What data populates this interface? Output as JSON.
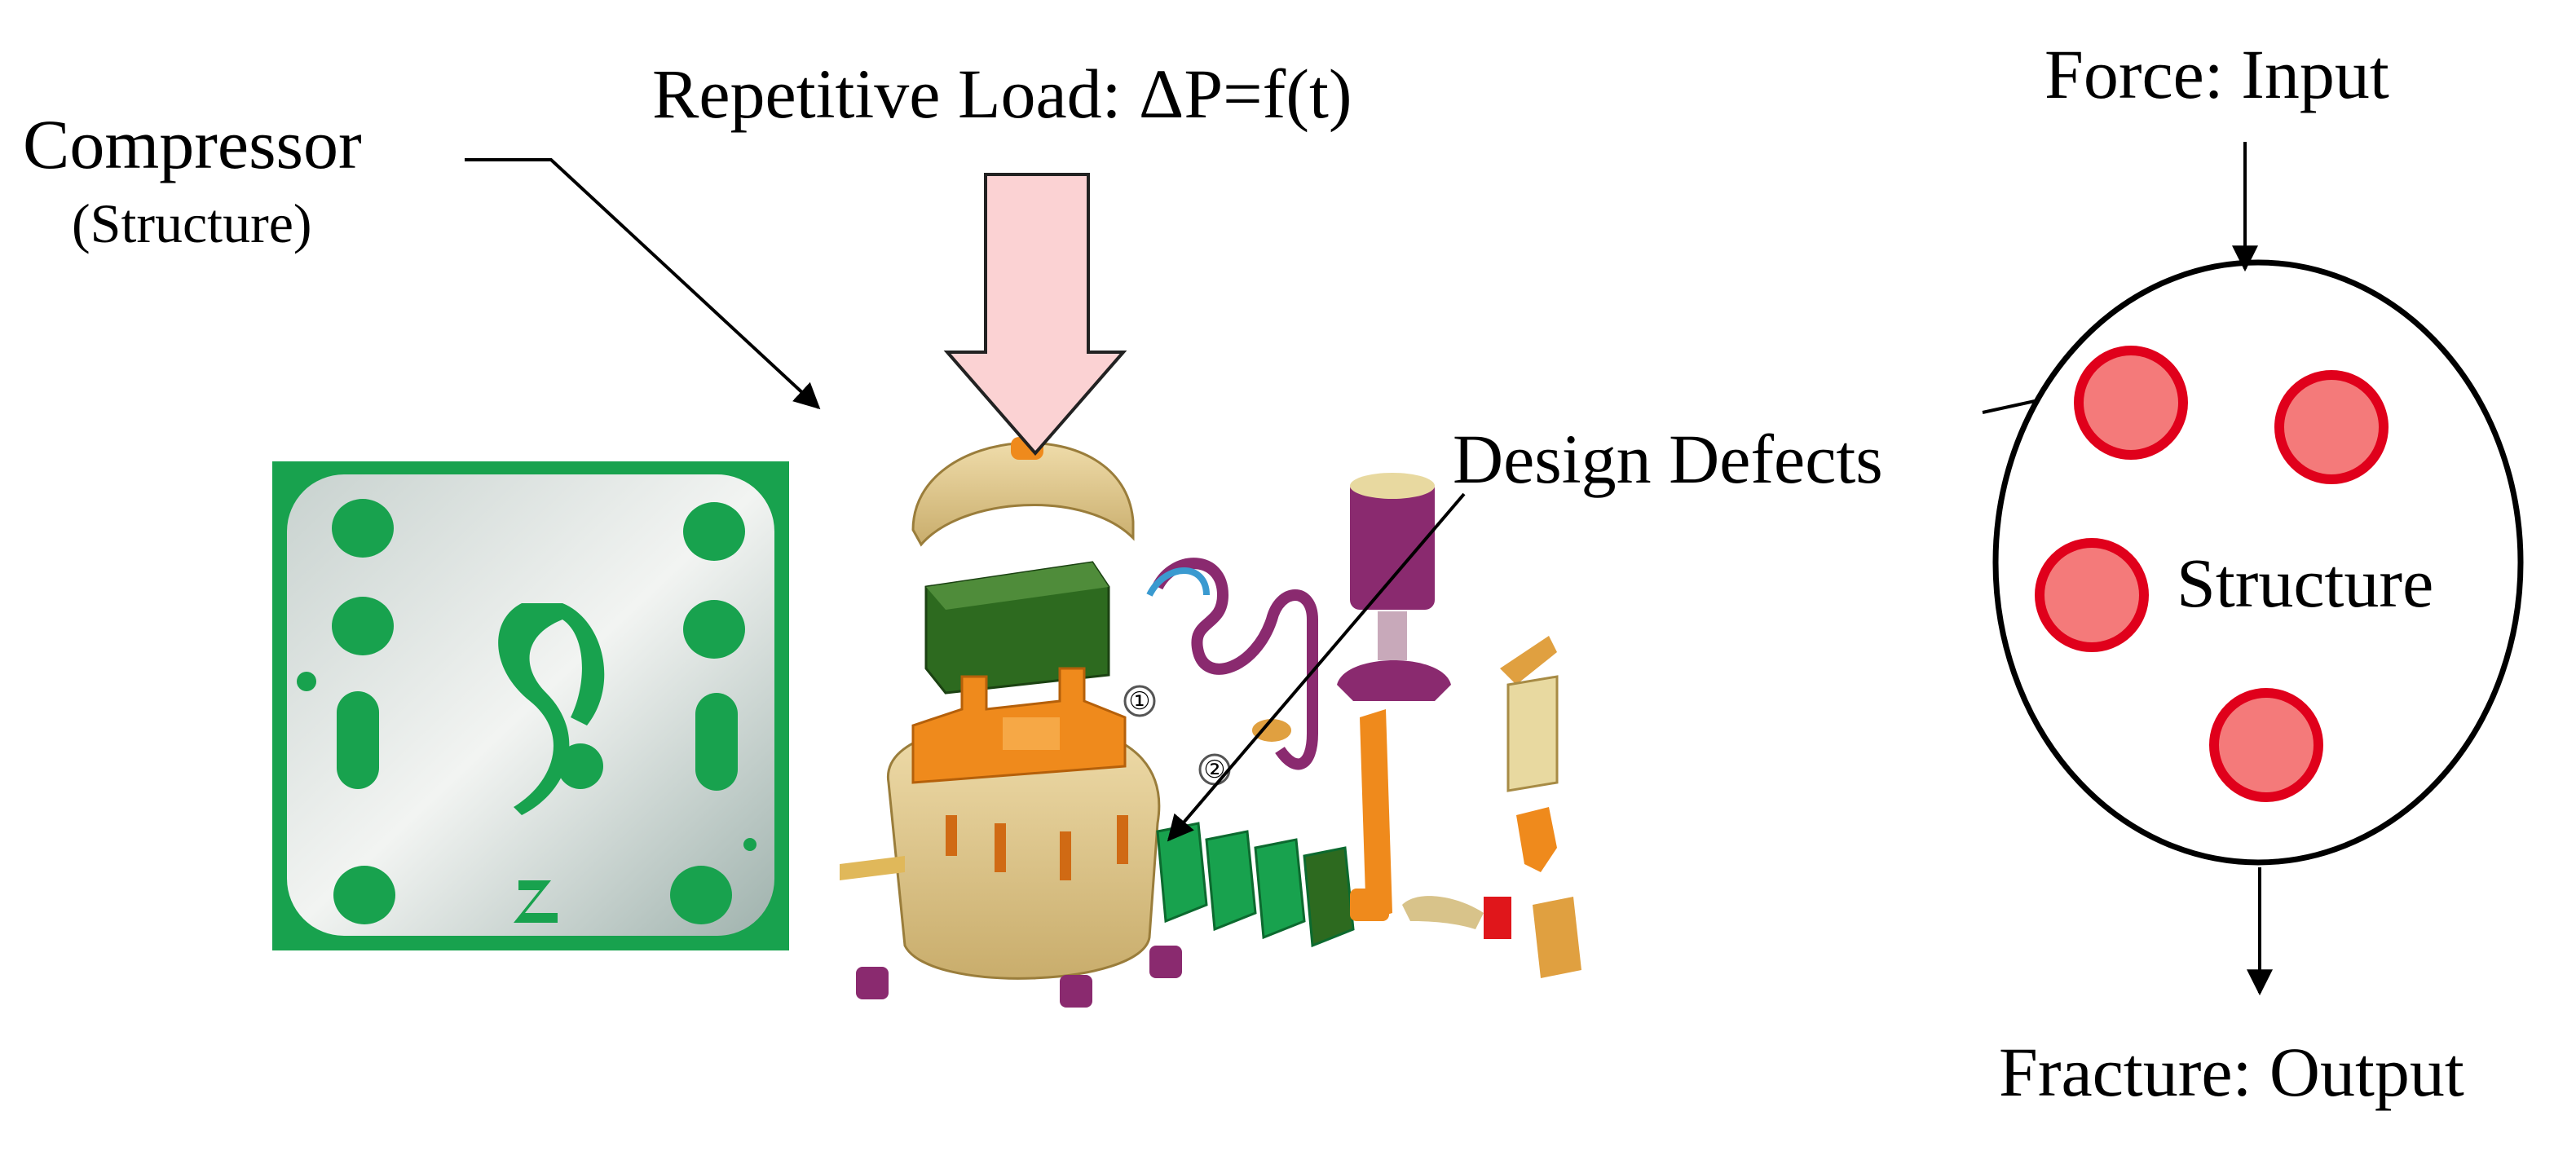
{
  "labels": {
    "load": "Repetitive Load: ΔP=f(t)",
    "compressor": "Compressor",
    "compressor_sub": "(Structure)",
    "defects": "Design Defects",
    "force": "Force: Input",
    "fracture": "Fracture: Output",
    "structure": "Structure"
  },
  "part_markers": [
    "①",
    "②"
  ],
  "part_letter": "Z",
  "colors": {
    "defect_fill": "#f47a7a",
    "defect_stroke": "#e0001b",
    "load_arrow_fill": "#fbd2d3",
    "plate_green": "#18a24e",
    "housing_tan": "#e6cf95",
    "motor_green": "#2d6a1f",
    "part_purple": "#8a2a6f",
    "part_orange": "#ef8a1c"
  },
  "icons": [
    "load-arrow-icon",
    "exploded-compressor-icon",
    "valve-plate-photo",
    "structure-ellipse-icon"
  ]
}
